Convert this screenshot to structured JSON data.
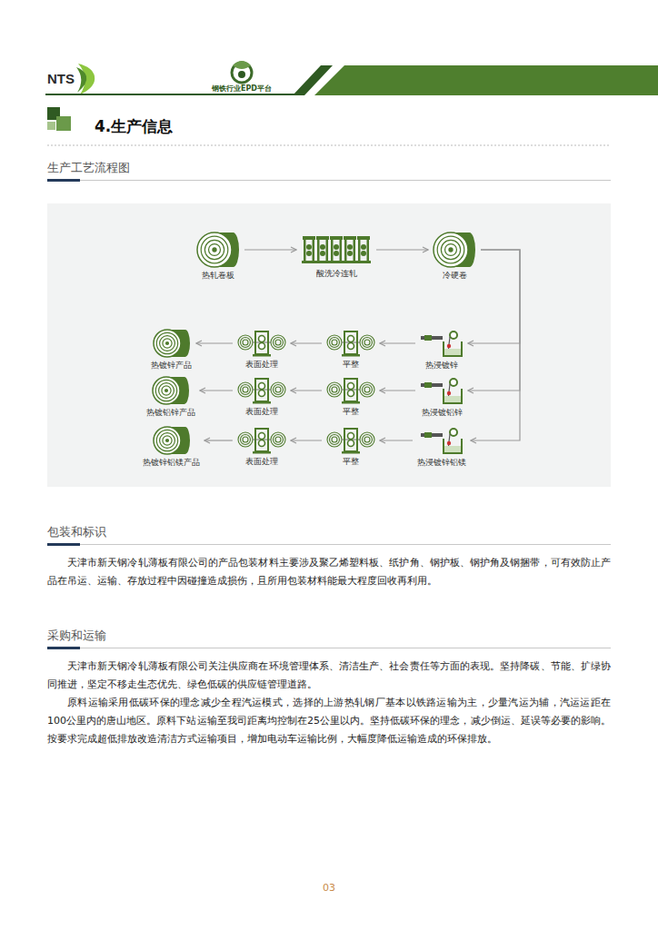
{
  "diagram": {
    "title": "生产工艺流程图",
    "nodes": [
      {
        "text": [
          "热轧卷板"
        ]
      },
      {
        "text": [
          "酸洗冷连轧"
        ]
      },
      {
        "text": [
          "冷硬卷"
        ]
      },
      {
        "text": [
          "热浸镀锌"
        ]
      },
      {
        "text": [
          "平整"
        ]
      },
      {
        "text": [
          "表面处理"
        ]
      },
      {
        "text": [
          "热镀锌产品"
        ]
      },
      {
        "text": [
          "热浸镀铝锌"
        ]
      },
      {
        "text": [
          "平整"
        ]
      },
      {
        "text": [
          "表面处理"
        ]
      },
      {
        "text": [
          "热镀铝锌产品"
        ]
      },
      {
        "text": [
          "热浸镀锌铝镁"
        ]
      },
      {
        "text": [
          "平整"
        ]
      },
      {
        "text": [
          "表面处理"
        ]
      },
      {
        "text": [
          "热镀锌铝镁产品"
        ]
      }
    ],
    "edges": [
      {
        "from": 0,
        "to": 1,
        "arrow": "to"
      },
      {
        "from": 1,
        "to": 2,
        "arrow": "to"
      },
      {
        "from": 2,
        "to": 3,
        "arrow": "to"
      },
      {
        "from": 2,
        "to": 7,
        "arrow": "to"
      },
      {
        "from": 2,
        "to": 11,
        "arrow": "to"
      },
      {
        "from": 3,
        "to": 4,
        "arrow": "to"
      },
      {
        "from": 4,
        "to": 5,
        "arrow": "to"
      },
      {
        "from": 5,
        "to": 6,
        "arrow": "to"
      },
      {
        "from": 7,
        "to": 8,
        "arrow": "to"
      },
      {
        "from": 8,
        "to": 9,
        "arrow": "to"
      },
      {
        "from": 9,
        "to": 10,
        "arrow": "to"
      },
      {
        "from": 11,
        "to": 12,
        "arrow": "to"
      },
      {
        "from": 12,
        "to": 13,
        "arrow": "to"
      },
      {
        "from": 13,
        "to": 14,
        "arrow": "to"
      }
    ],
    "labels": [
      "NTS",
      "钢铁行业EPD平台",
      "4.生产信息",
      "包装和标识",
      "天津市新天钢冷轧薄板有限公司的产品包装材料主要涉及聚乙烯塑料板、纸护角、钢护板、钢护角及钢捆带，可有效防止产品在吊运、运输、存放过程中因碰撞造成损伤，且所用包装材料能最大程度回收再利用。",
      "采购和运输",
      "天津市新天钢冷轧薄板有限公司关注供应商在环境管理体系、清洁生产、社会责任等方面的表现。坚持降碳、节能、扩绿协同推进，坚定不移走生态优先、绿色低碳的供应链管理道路。",
      "原料运输采用低碳环保的理念减少全程汽运模式，选择的上游热轧钢厂基本以铁路运输为主，少量汽运为辅，汽运运距在100公里内的唐山地区。原料下站运输至我司距离均控制在25公里以内。坚持低碳环保的理念，减少倒运、延误等必要的影响。按要求完成超低排放改造清洁方式运输项目，增加电动车运输比例，大幅度降低运输造成的环保排放。",
      "03"
    ]
  }
}
